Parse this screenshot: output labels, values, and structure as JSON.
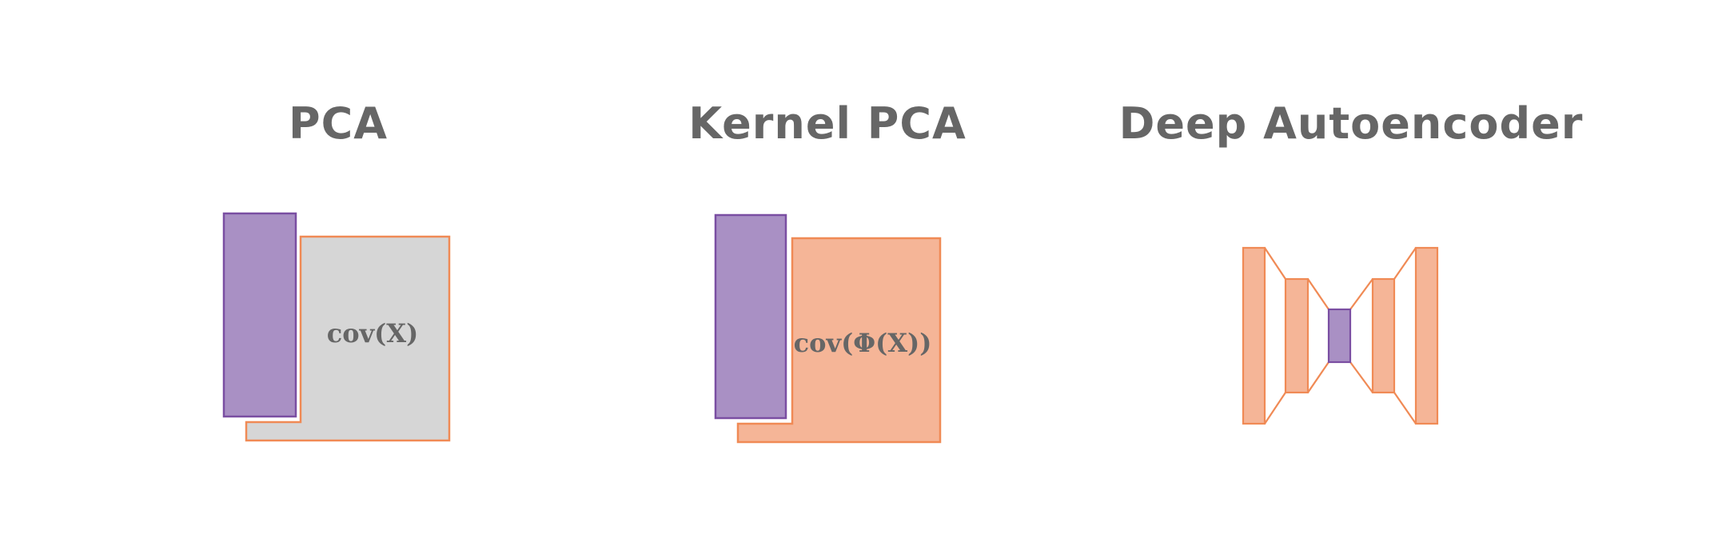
{
  "panels": [
    {
      "title": "PCA",
      "matrix_label": "cov(X)"
    },
    {
      "title": "Kernel PCA",
      "matrix_label": "cov(Φ(X))"
    },
    {
      "title": "Deep Autoencoder"
    }
  ],
  "colors": {
    "title_text": "#666666",
    "component_fill": "#a990c4",
    "component_stroke": "#7a4ea2",
    "cov_fill_pca": "#d6d6d6",
    "cov_fill_kernel": "#f5b597",
    "outline_orange": "#f08a55",
    "layer_fill": "#f5b597",
    "bottleneck_fill": "#a990c4"
  }
}
